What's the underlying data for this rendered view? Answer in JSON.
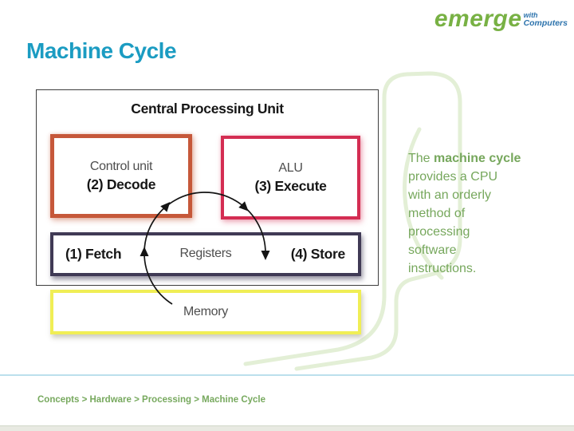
{
  "slide": {
    "title": "Machine Cycle",
    "logo": {
      "brand": "emerge",
      "tag_top": "with",
      "tag_bottom": "Computers"
    },
    "diagram": {
      "cpu_title": "Central Processing Unit",
      "control_unit": {
        "name": "Control unit",
        "step": "(2) Decode"
      },
      "alu": {
        "name": "ALU",
        "step": "(3) Execute"
      },
      "registers": {
        "name": "Registers",
        "fetch": "(1) Fetch",
        "store": "(4) Store"
      },
      "memory": {
        "name": "Memory"
      }
    },
    "paragraph": {
      "before": "The ",
      "bold": "machine cycle",
      "after": " provides a CPU with an orderly method of processing software instructions."
    },
    "breadcrumb": "Concepts > Hardware > Processing > Machine Cycle"
  },
  "colors": {
    "title": "#1B9CC2",
    "logo-green": "#78B144",
    "logo-blue": "#2E74AD",
    "text-green": "#76A75C",
    "breadcrumb-green": "#77A95E",
    "divider-blue": "#BCE0EC",
    "strip-bg": "#E8EAE2",
    "strip-border": "#D2D8C9",
    "watermark-green": "#E3EFD6",
    "decode-border": "#C6583A",
    "execute-border": "#D42D52",
    "registers-border": "#403A55",
    "memory-border": "#F0EE55",
    "cpu-border": "#3D3D3D",
    "diagram-gray": "#4E4E4E",
    "diagram-black": "#161616"
  }
}
